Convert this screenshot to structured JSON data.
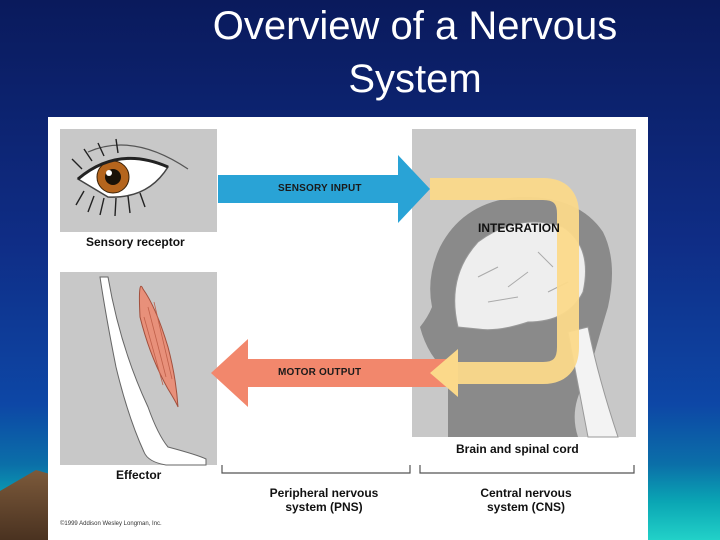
{
  "slide": {
    "title_line1": "Overview of a Nervous",
    "title_line2": "System"
  },
  "diagram": {
    "sensory_input": "SENSORY INPUT",
    "motor_output": "MOTOR OUTPUT",
    "integration": "INTEGRATION",
    "sensory_receptor": "Sensory receptor",
    "effector": "Effector",
    "brain_spinal_cord": "Brain and spinal cord",
    "pns_line1": "Peripheral nervous",
    "pns_line2": "system (PNS)",
    "cns_line1": "Central nervous",
    "cns_line2": "system (CNS)",
    "copyright": "©1999 Addison Wesley Longman, Inc."
  },
  "colors": {
    "sensory_arrow": "#29a3d6",
    "motor_arrow": "#f2876c",
    "integration_loop": "#fbd98a",
    "panel_gray": "#c8c8c8"
  }
}
